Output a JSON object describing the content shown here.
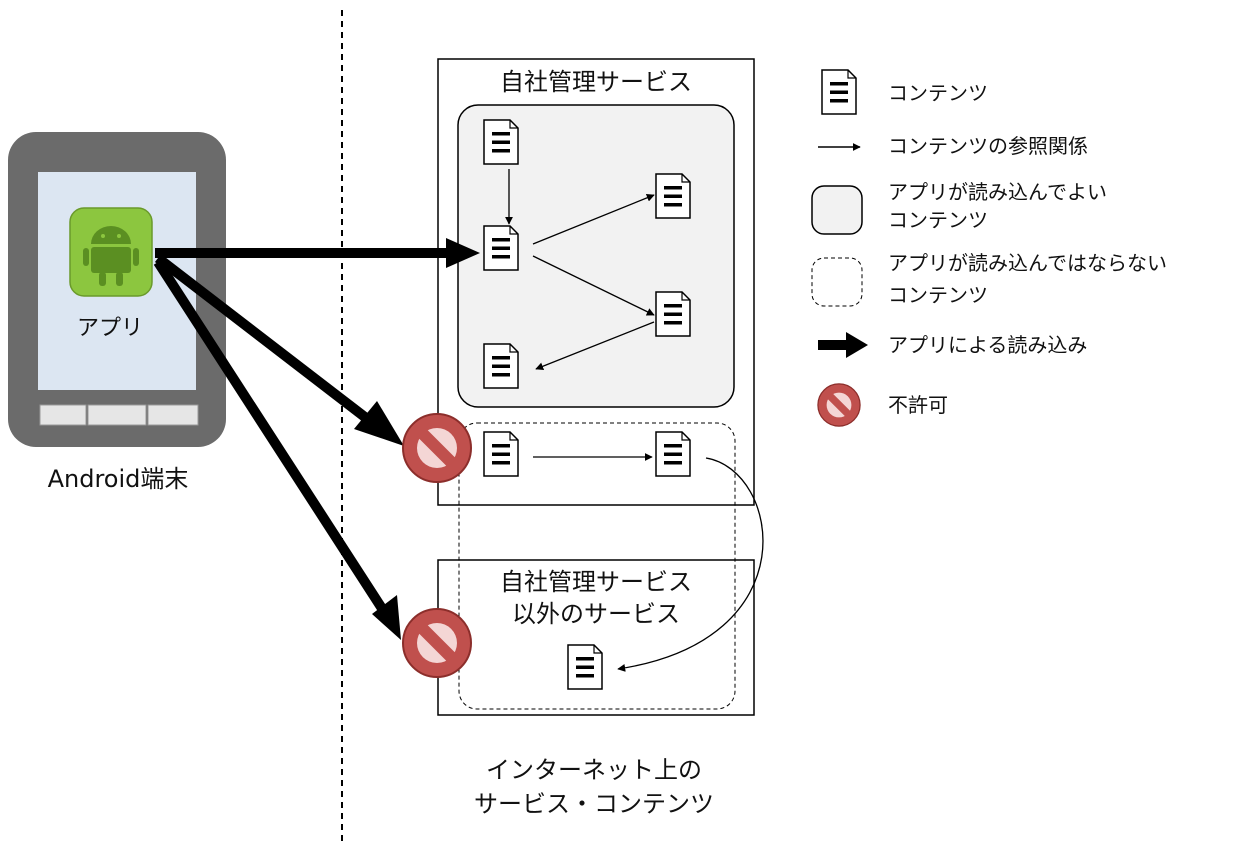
{
  "device": {
    "label": "Android端末",
    "app_label": "アプリ"
  },
  "internet_area": {
    "label_line1": "インターネット上の",
    "label_line2": "サービス・コンテンツ"
  },
  "own_service": {
    "title": "自社管理サービス"
  },
  "other_service": {
    "title_line1": "自社管理サービス",
    "title_line2": "以外のサービス"
  },
  "legend": {
    "content": "コンテンツ",
    "reference": "コンテンツの参照関係",
    "allowed_line1": "アプリが読み込んでよい",
    "allowed_line2": "コンテンツ",
    "forbidden_line1": "アプリが読み込んではならない",
    "forbidden_line2": "コンテンツ",
    "app_read": "アプリによる読み込み",
    "not_allowed": "不許可"
  },
  "colors": {
    "device_body": "#6b6b6b",
    "screen": "#dce6f2",
    "allowed_fill": "#f2f2f2",
    "android_green": "#8cc63f",
    "prohibit_red": "#c0504d"
  }
}
